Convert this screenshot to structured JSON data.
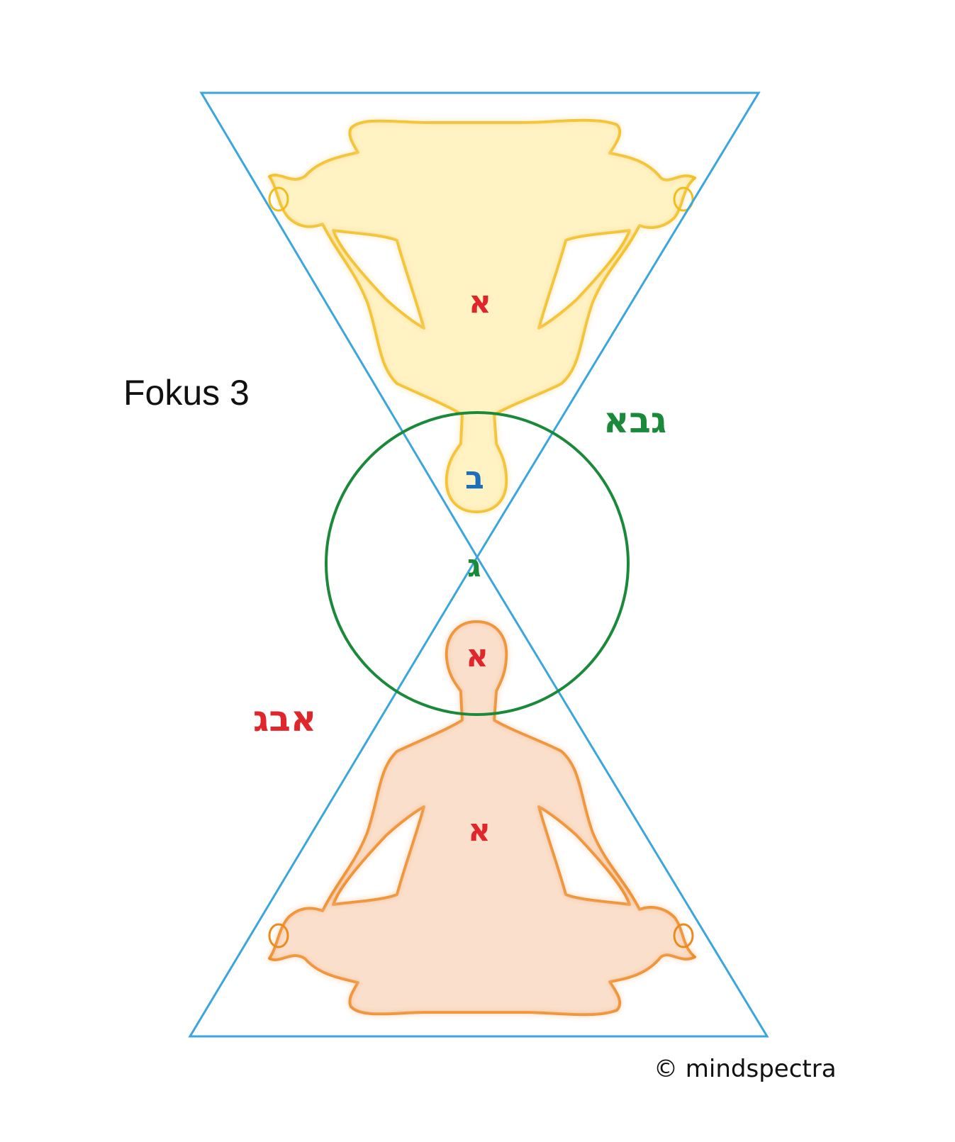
{
  "title": "Fokus 3",
  "copyright": "© mindspectra",
  "labels": {
    "word_right": "גבא",
    "word_left": "אבג",
    "upper_head": "א",
    "upper_base": "ב",
    "center": "ג",
    "lower_head": "א",
    "lower_body": "א"
  },
  "colors": {
    "triangles": "#3aa6dd",
    "circle": "#1a8a3a",
    "upper_figure_fill": "#fff3c4",
    "upper_figure_stroke": "#f2bd1a",
    "lower_figure_fill": "#fae0cc",
    "lower_figure_stroke": "#ee8a1c",
    "hebrew_red": "#e0262b",
    "hebrew_green": "#1a8a3a",
    "hebrew_blue": "#1c6fb8"
  }
}
